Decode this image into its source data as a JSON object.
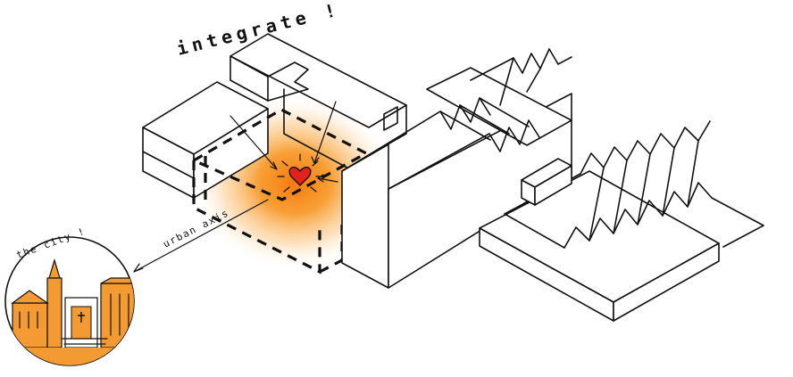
{
  "diagram": {
    "title": "integrate !",
    "city_label": "the city !",
    "axis_label": "urban axis",
    "colors": {
      "highlight": "#f7941d",
      "heart": "#e2231a",
      "ink": "#111111",
      "city_fill": "#f39a33"
    },
    "icons": [
      "heart-icon",
      "arrow-icon"
    ]
  }
}
